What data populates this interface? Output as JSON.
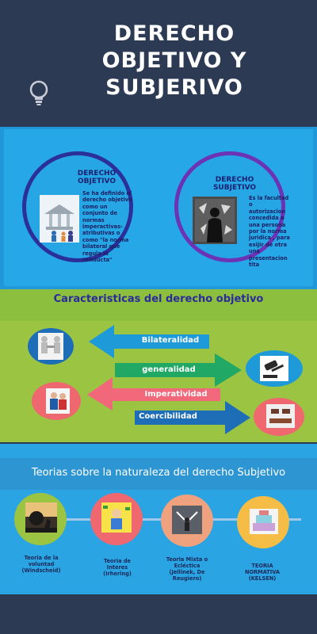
{
  "header": {
    "title_lines": [
      "DERECHO",
      "OBJETIVO Y",
      "SUBJERIVO"
    ]
  },
  "section1": {
    "left": {
      "title": "DERECHO OBJETIVO",
      "text": "Se ha definido el derecho objetivo como un conjunto de normas imperactivas-atributivas o como \"la norma bilateral que regula la conducta\""
    },
    "right": {
      "title": "DERECHO SUBJETIVO",
      "text": "Es la facultad o autorizacion concedida a una persona por la norma juridica , para exijir de otra una presentacion tita"
    }
  },
  "section2": {
    "title": "Caracteristicas del derecho objetivo",
    "arrows": [
      {
        "label": "Bilateralidad",
        "color": "#1e9ad8"
      },
      {
        "label": "generalidad",
        "color": "#22a865"
      },
      {
        "label": "Imperatividad",
        "color": "#f0687a"
      },
      {
        "label": "Coercibilidad",
        "color": "#1e6eb7"
      }
    ]
  },
  "section3": {
    "title": "Teorias sobre la naturaleza del derecho Subjetivo",
    "theories": [
      {
        "label": "Teoria de la voluntad (Windscheid)",
        "color": "#9bc443"
      },
      {
        "label": "Teoria de Interes (Irhering)",
        "color": "#f0686f"
      },
      {
        "label": "Teoria Mixta o Ecléctica (Jellinek, De Reugiero)",
        "color": "#f0a27f"
      },
      {
        "label": "TEORIA NORMATIVA (KELSEN)",
        "color": "#f5bd45"
      }
    ]
  },
  "icons": [
    "lightbulb-icon",
    "law-family-icon",
    "normas-board-icon",
    "handshake-icon",
    "gavel-icon",
    "businessman-icon",
    "scales-gavel-icon",
    "boulder-push-icon",
    "money-person-icon",
    "crossroads-icon",
    "justice-scales-icon"
  ]
}
